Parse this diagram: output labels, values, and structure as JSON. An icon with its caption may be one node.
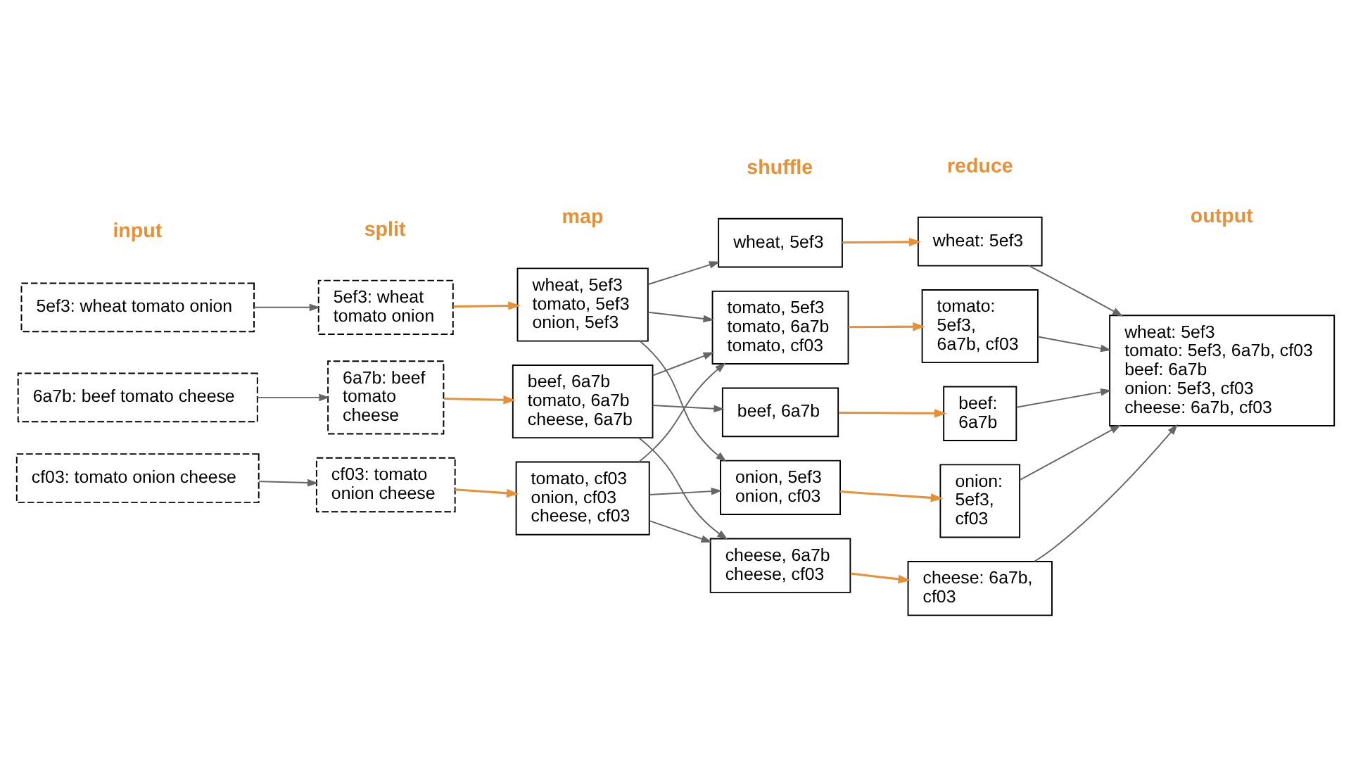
{
  "diagram": {
    "nodes": [
      {
        "text": [
          "5ef3: wheat tomato onion"
        ]
      },
      {
        "text": [
          "6a7b: beef tomato cheese"
        ]
      },
      {
        "text": [
          "cf03: tomato onion cheese"
        ]
      },
      {
        "text": [
          "5ef3: wheat tomato onion"
        ]
      },
      {
        "text": [
          "6a7b: beef tomato cheese"
        ]
      },
      {
        "text": [
          "cf03: tomato onion cheese"
        ]
      },
      {
        "text": [
          "wheat, 5ef3",
          "tomato, 5ef3",
          "onion, 5ef3"
        ]
      },
      {
        "text": [
          "beef, 6a7b",
          "tomato, 6a7b",
          "cheese, 6a7b"
        ]
      },
      {
        "text": [
          "tomato, cf03",
          "onion, cf03",
          "cheese, cf03"
        ]
      },
      {
        "text": [
          "wheat, 5ef3"
        ]
      },
      {
        "text": [
          "tomato, 5ef3",
          "tomato, 6a7b",
          "tomato, cf03"
        ]
      },
      {
        "text": [
          "beef, 6a7b"
        ]
      },
      {
        "text": [
          "onion, 5ef3",
          "onion, cf03"
        ]
      },
      {
        "text": [
          "cheese, 6a7b",
          "cheese, cf03"
        ]
      },
      {
        "text": [
          "wheat: 5ef3"
        ]
      },
      {
        "text": [
          "tomato: 5ef3, 6a7b, cf03"
        ]
      },
      {
        "text": [
          "beef: 6a7b"
        ]
      },
      {
        "text": [
          "onion: 5ef3, cf03"
        ]
      },
      {
        "text": [
          "cheese: 6a7b, cf03"
        ]
      },
      {
        "text": [
          "wheat: 5ef3",
          "tomato: 5ef3, 6a7b, cf03",
          "beef: 6a7b",
          "onion: 5ef3, cf03",
          "cheese: 6a7b, cf03"
        ]
      }
    ],
    "edges": [
      {
        "from": 0,
        "to": 3,
        "arrow": "to"
      },
      {
        "from": 1,
        "to": 4,
        "arrow": "to"
      },
      {
        "from": 2,
        "to": 5,
        "arrow": "to"
      },
      {
        "from": 3,
        "to": 6,
        "arrow": "to",
        "color": "#e69138"
      },
      {
        "from": 4,
        "to": 7,
        "arrow": "to",
        "color": "#e69138"
      },
      {
        "from": 5,
        "to": 8,
        "arrow": "to",
        "color": "#e69138"
      },
      {
        "from": 6,
        "to": 9,
        "arrow": "to"
      },
      {
        "from": 6,
        "to": 10,
        "arrow": "to"
      },
      {
        "from": 6,
        "to": 12,
        "arrow": "to"
      },
      {
        "from": 7,
        "to": 10,
        "arrow": "to"
      },
      {
        "from": 7,
        "to": 11,
        "arrow": "to"
      },
      {
        "from": 7,
        "to": 13,
        "arrow": "to"
      },
      {
        "from": 8,
        "to": 10,
        "arrow": "to"
      },
      {
        "from": 8,
        "to": 12,
        "arrow": "to"
      },
      {
        "from": 8,
        "to": 13,
        "arrow": "to"
      },
      {
        "from": 9,
        "to": 14,
        "arrow": "to",
        "color": "#e69138"
      },
      {
        "from": 10,
        "to": 15,
        "arrow": "to",
        "color": "#e69138"
      },
      {
        "from": 11,
        "to": 16,
        "arrow": "to",
        "color": "#e69138"
      },
      {
        "from": 12,
        "to": 17,
        "arrow": "to",
        "color": "#e69138"
      },
      {
        "from": 13,
        "to": 18,
        "arrow": "to",
        "color": "#e69138"
      },
      {
        "from": 14,
        "to": 19,
        "arrow": "to"
      },
      {
        "from": 15,
        "to": 19,
        "arrow": "to"
      },
      {
        "from": 16,
        "to": 19,
        "arrow": "to"
      },
      {
        "from": 17,
        "to": 19,
        "arrow": "to"
      },
      {
        "from": 18,
        "to": 19,
        "arrow": "to"
      }
    ],
    "labels": [
      "input",
      "split",
      "map",
      "shuffle",
      "reduce",
      "output"
    ]
  }
}
